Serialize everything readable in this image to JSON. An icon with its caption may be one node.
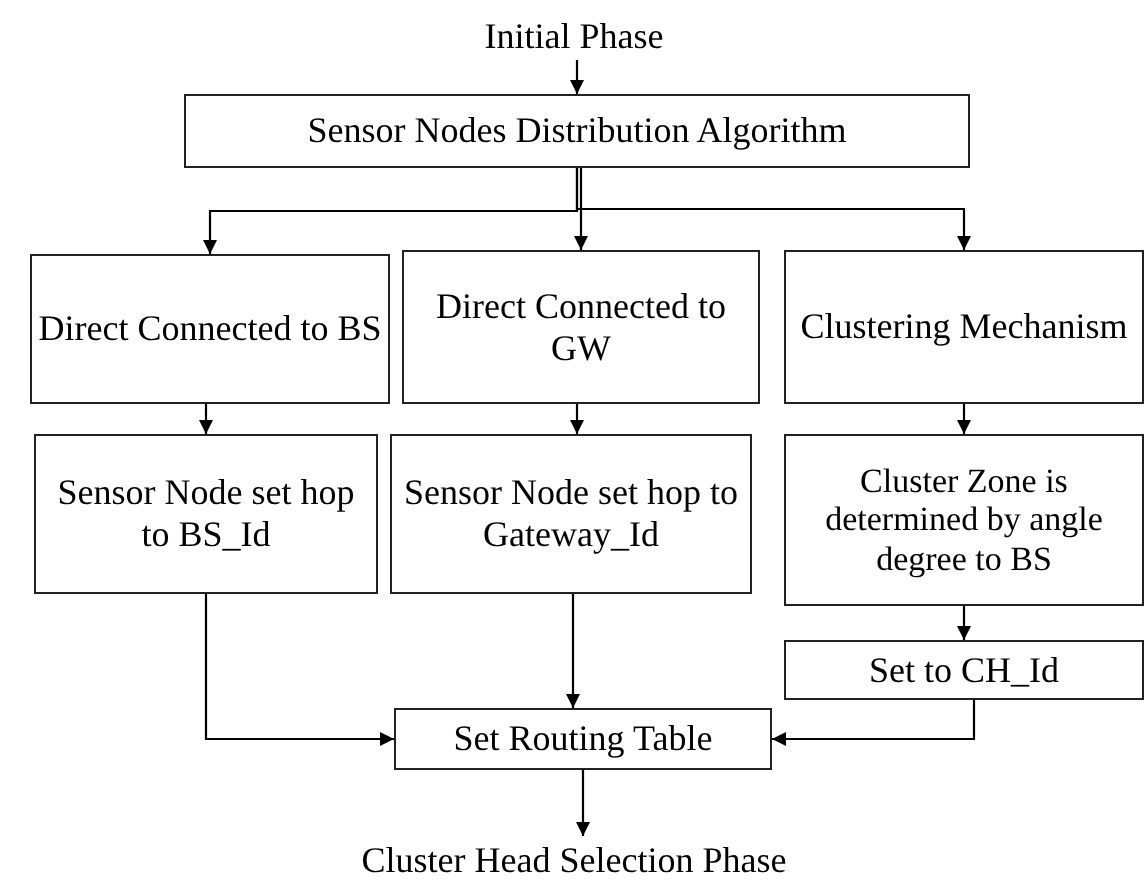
{
  "diagram": {
    "nodes": [
      {
        "text": [
          "Initial Phase"
        ]
      },
      {
        "text": [
          "Sensor Nodes Distribution Algorithm"
        ]
      },
      {
        "text": [
          "Direct Connected to BS"
        ]
      },
      {
        "text": [
          "Direct Connected to GW"
        ]
      },
      {
        "text": [
          "Clustering Mechanism"
        ]
      },
      {
        "text": [
          "Sensor Node set hop to BS_Id"
        ]
      },
      {
        "text": [
          "Sensor Node set hop to Gateway_Id"
        ]
      },
      {
        "text": [
          "Cluster Zone is determined by angle degree to BS"
        ]
      },
      {
        "text": [
          "Set to CH_Id"
        ]
      },
      {
        "text": [
          "Set Routing Table"
        ]
      },
      {
        "text": [
          "Cluster Head Selection Phase"
        ]
      }
    ],
    "edges": [
      {
        "from": 0,
        "to": 1,
        "arrow": "to"
      },
      {
        "from": 1,
        "to": 2,
        "arrow": "to"
      },
      {
        "from": 1,
        "to": 3,
        "arrow": "to"
      },
      {
        "from": 1,
        "to": 4,
        "arrow": "to"
      },
      {
        "from": 2,
        "to": 5,
        "arrow": "to"
      },
      {
        "from": 3,
        "to": 6,
        "arrow": "to"
      },
      {
        "from": 4,
        "to": 7,
        "arrow": "to"
      },
      {
        "from": 7,
        "to": 8,
        "arrow": "to"
      },
      {
        "from": 5,
        "to": 9,
        "arrow": "to"
      },
      {
        "from": 6,
        "to": 9,
        "arrow": "to"
      },
      {
        "from": 8,
        "to": 9,
        "arrow": "to"
      },
      {
        "from": 9,
        "to": 10,
        "arrow": "to"
      }
    ]
  }
}
